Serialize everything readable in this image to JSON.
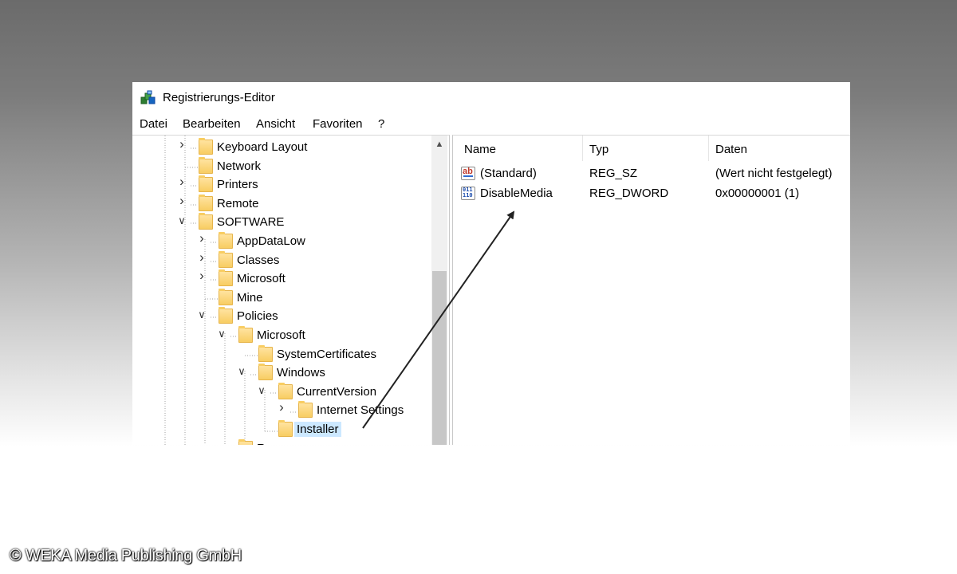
{
  "window": {
    "title": "Registrierungs-Editor",
    "icon": "regedit-icon"
  },
  "menu": [
    "Datei",
    "Bearbeiten",
    "Ansicht",
    "Favoriten",
    "?"
  ],
  "tree": [
    {
      "label": "Keyboard Layout",
      "level": 0,
      "expander": "collapsed"
    },
    {
      "label": "Network",
      "level": 0,
      "expander": "none"
    },
    {
      "label": "Printers",
      "level": 0,
      "expander": "collapsed"
    },
    {
      "label": "Remote",
      "level": 0,
      "expander": "collapsed"
    },
    {
      "label": "SOFTWARE",
      "level": 0,
      "expander": "expanded"
    },
    {
      "label": "AppDataLow",
      "level": 1,
      "expander": "collapsed"
    },
    {
      "label": "Classes",
      "level": 1,
      "expander": "collapsed"
    },
    {
      "label": "Microsoft",
      "level": 1,
      "expander": "collapsed"
    },
    {
      "label": "Mine",
      "level": 1,
      "expander": "none"
    },
    {
      "label": "Policies",
      "level": 1,
      "expander": "expanded"
    },
    {
      "label": "Microsoft",
      "level": 2,
      "expander": "expanded"
    },
    {
      "label": "SystemCertificates",
      "level": 3,
      "expander": "none"
    },
    {
      "label": "Windows",
      "level": 3,
      "expander": "expanded"
    },
    {
      "label": "CurrentVersion",
      "level": 4,
      "expander": "expanded"
    },
    {
      "label": "Internet Settings",
      "level": 5,
      "expander": "collapsed"
    },
    {
      "label": "Installer",
      "level": 4,
      "expander": "none",
      "selected": true
    },
    {
      "label": "R",
      "level": 2,
      "expander": "none"
    }
  ],
  "list": {
    "columns": [
      "Name",
      "Typ",
      "Daten"
    ],
    "rows": [
      {
        "name": "(Standard)",
        "type": "REG_SZ",
        "data": "(Wert nicht festgelegt)",
        "icon": "string-value-icon"
      },
      {
        "name": "DisableMedia",
        "type": "REG_DWORD",
        "data": "0x00000001 (1)",
        "icon": "dword-value-icon"
      }
    ]
  },
  "watermark": "© WEKA Media Publishing GmbH",
  "colors": {
    "selection": "#cce8ff",
    "folder": "#f8cd62",
    "scroll_thumb": "#c7c7c7"
  }
}
